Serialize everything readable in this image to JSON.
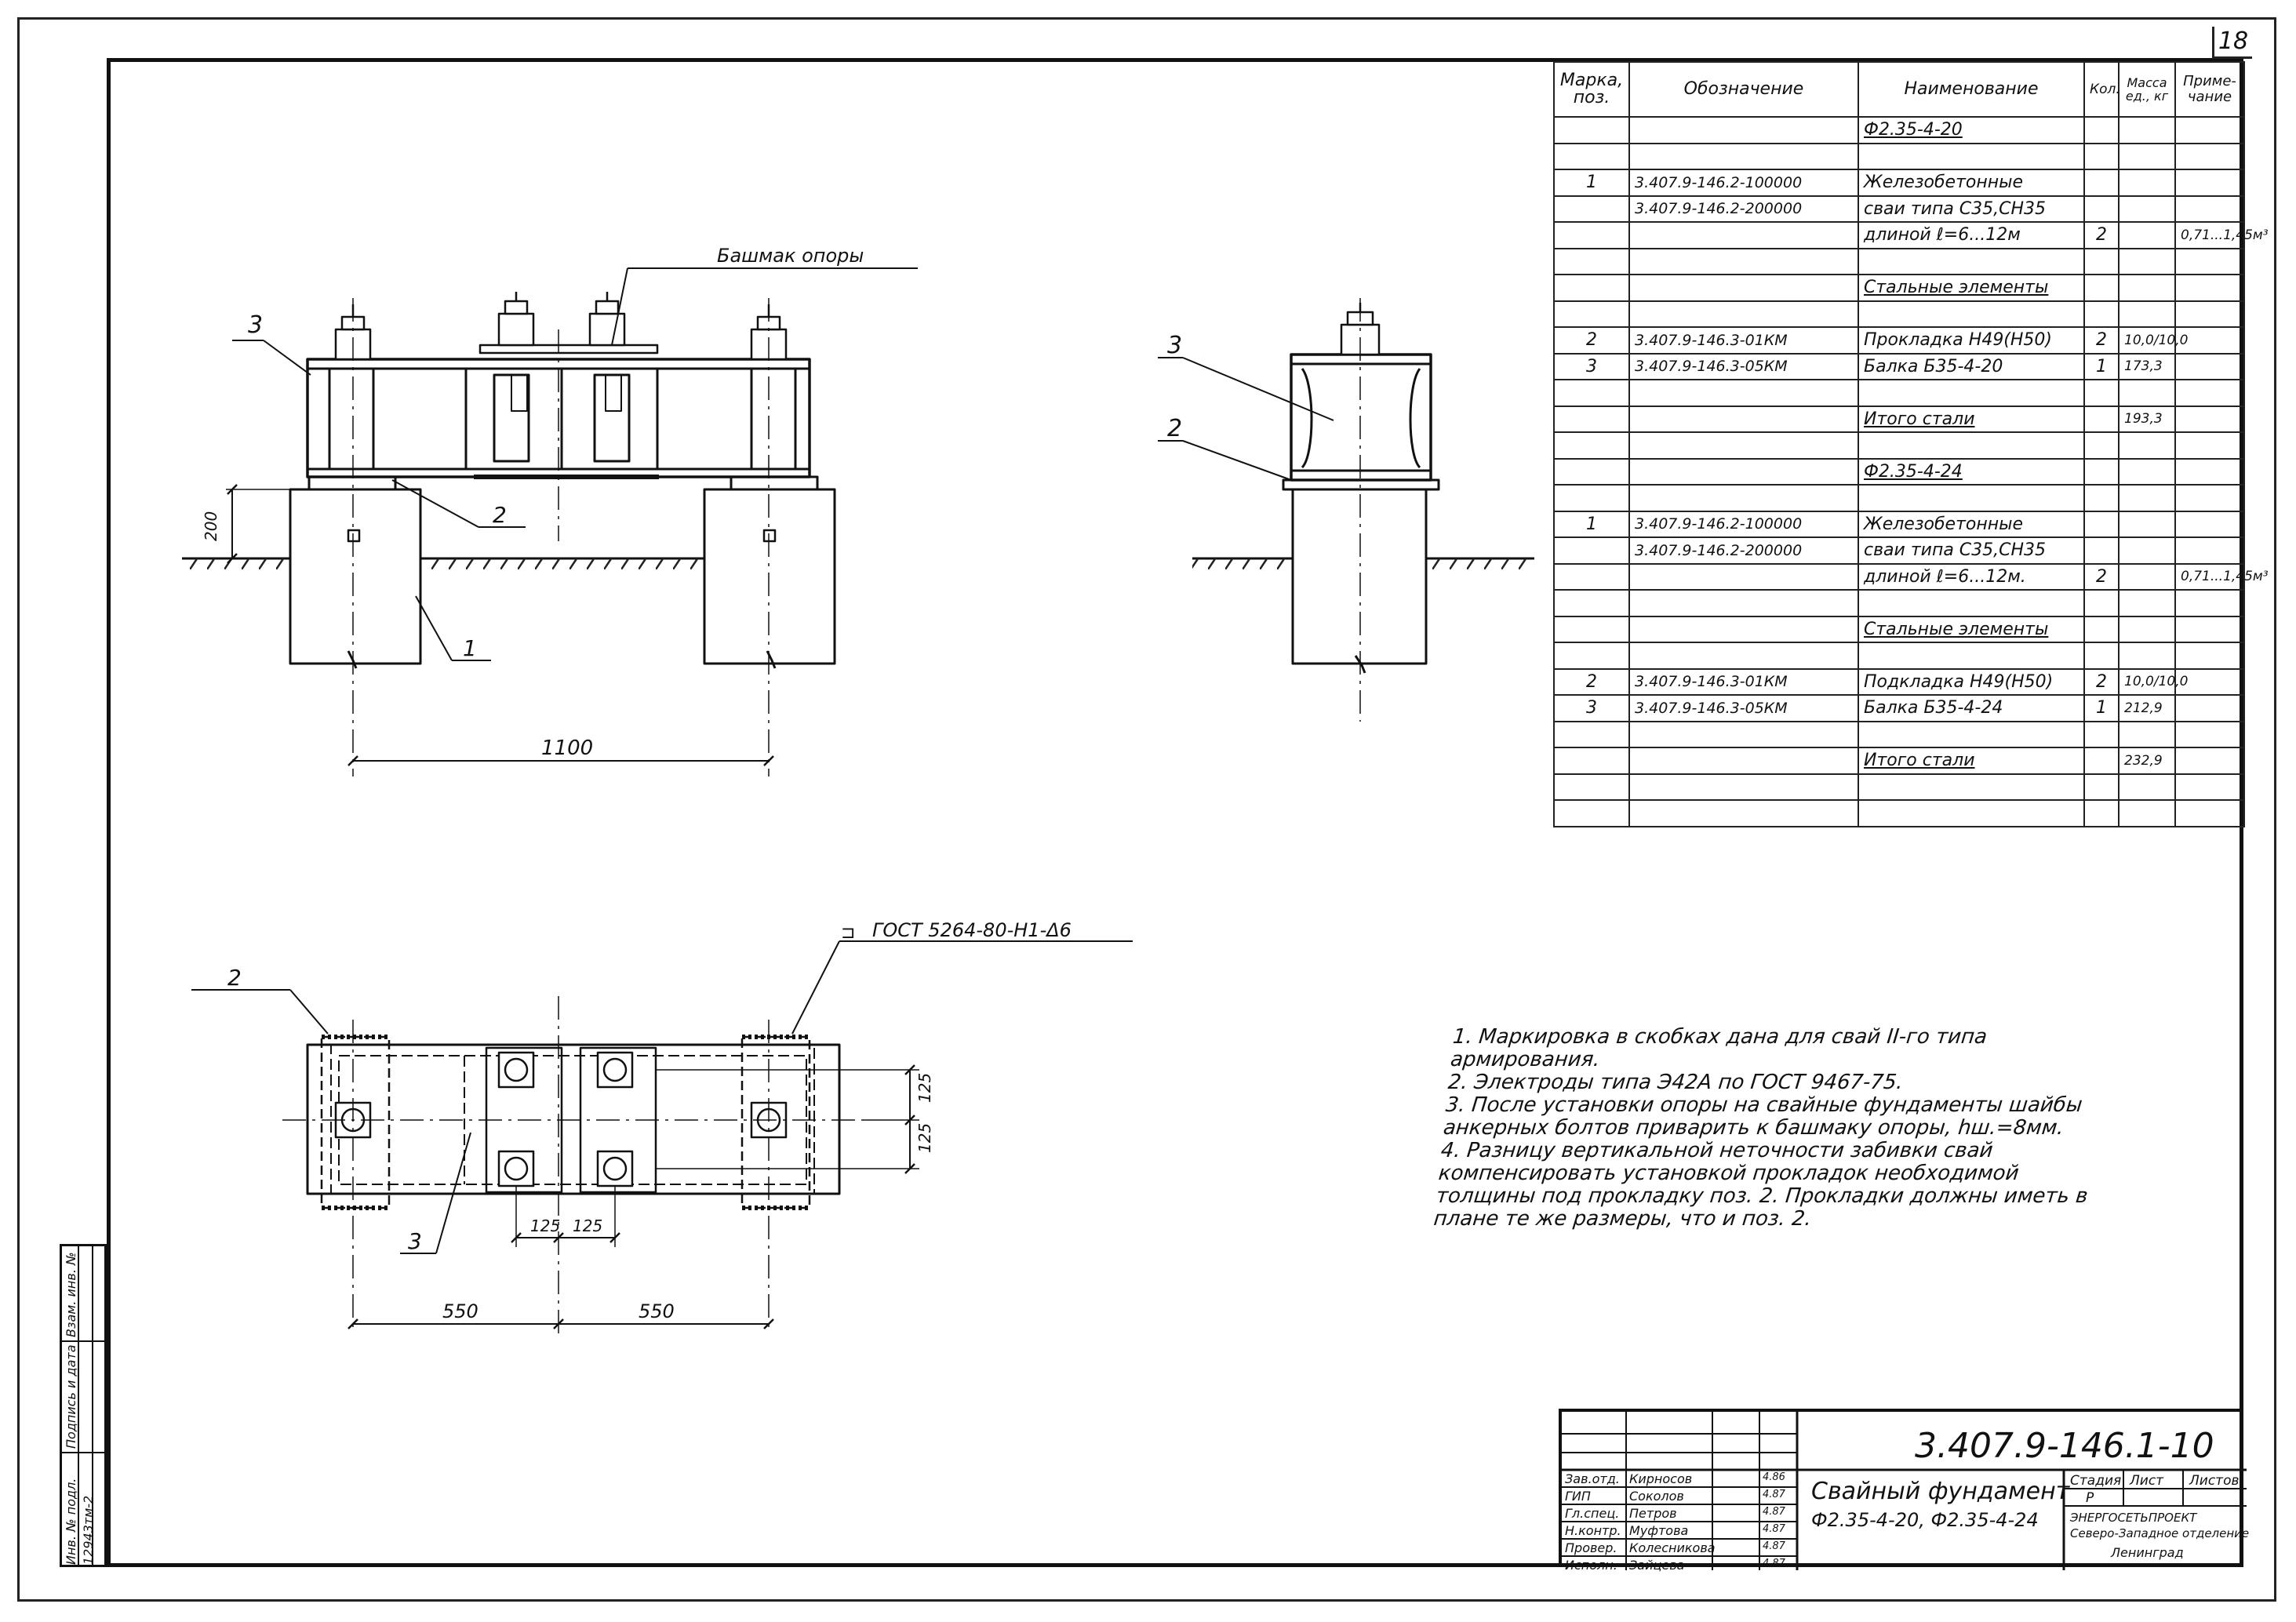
{
  "sheet_number": "18",
  "drawing": {
    "label_tower": "Башмак опоры",
    "label_gost": "ГОСТ 5264-80-Н1-Δ6",
    "pos1": "1",
    "pos2": "2",
    "pos3": "3",
    "dim_200": "200",
    "dim_1100": "1100",
    "dim_550a": "550",
    "dim_550b": "550",
    "dim_125a": "125",
    "dim_125b": "125",
    "dim_125c": "125",
    "dim_125d": "125"
  },
  "spec_table": {
    "headers": [
      "Марка, поз.",
      "Обозначение",
      "Наименование",
      "Кол.",
      "Масса ед., кг",
      "Приме-чание"
    ],
    "rows": [
      [
        "",
        "",
        "Ф2.35-4-20",
        "",
        "",
        ""
      ],
      [
        "",
        "",
        "",
        "",
        "",
        ""
      ],
      [
        "1",
        "3.407.9-146.2-100000",
        "Железобетонные",
        "",
        "",
        ""
      ],
      [
        "",
        "3.407.9-146.2-200000",
        "сваи типа С35,СН35",
        "",
        "",
        ""
      ],
      [
        "",
        "",
        "длиной ℓ=6...12м",
        "2",
        "",
        "0,71...1,45м³"
      ],
      [
        "",
        "",
        "",
        "",
        "",
        ""
      ],
      [
        "",
        "",
        "Стальные элементы",
        "",
        "",
        ""
      ],
      [
        "",
        "",
        "",
        "",
        "",
        ""
      ],
      [
        "2",
        "3.407.9-146.3-01КМ",
        "Прокладка Н49(Н50)",
        "2",
        "10,0/10,0",
        ""
      ],
      [
        "3",
        "3.407.9-146.3-05КМ",
        "Балка Б35-4-20",
        "1",
        "173,3",
        ""
      ],
      [
        "",
        "",
        "",
        "",
        "",
        ""
      ],
      [
        "",
        "",
        "Итого стали",
        "",
        "193,3",
        ""
      ],
      [
        "",
        "",
        "",
        "",
        "",
        ""
      ],
      [
        "",
        "",
        "Ф2.35-4-24",
        "",
        "",
        ""
      ],
      [
        "",
        "",
        "",
        "",
        "",
        ""
      ],
      [
        "1",
        "3.407.9-146.2-100000",
        "Железобетонные",
        "",
        "",
        ""
      ],
      [
        "",
        "3.407.9-146.2-200000",
        "сваи типа С35,СН35",
        "",
        "",
        ""
      ],
      [
        "",
        "",
        "длиной ℓ=6...12м.",
        "2",
        "",
        "0,71...1,45м³"
      ],
      [
        "",
        "",
        "",
        "",
        "",
        ""
      ],
      [
        "",
        "",
        "Стальные элементы",
        "",
        "",
        ""
      ],
      [
        "",
        "",
        "",
        "",
        "",
        ""
      ],
      [
        "2",
        "3.407.9-146.3-01КМ",
        "Подкладка Н49(Н50)",
        "2",
        "10,0/10,0",
        ""
      ],
      [
        "3",
        "3.407.9-146.3-05КМ",
        "Балка Б35-4-24",
        "1",
        "212,9",
        ""
      ],
      [
        "",
        "",
        "",
        "",
        "",
        ""
      ],
      [
        "",
        "",
        "Итого стали",
        "",
        "232,9",
        ""
      ],
      [
        "",
        "",
        "",
        "",
        "",
        ""
      ],
      [
        "",
        "",
        "",
        "",
        "",
        ""
      ]
    ]
  },
  "notes": [
    "1. Маркировка в скобках дана для свай II-го типа армирования.",
    "2. Электроды типа Э42А по ГОСТ 9467-75.",
    "3. После установки опоры на свайные фундаменты шайбы анкерных болтов приварить к башмаку опоры, hш.=8мм.",
    "4. Разницу вертикальной неточности забивки свай компенсировать установкой прокладок необходимой толщины под прокладку поз. 2. Прокладки должны иметь в плане те же размеры, что и поз. 2."
  ],
  "left_strip": {
    "col1": "Инв. № подл.",
    "col1_value": "12943тм-2",
    "col2": "Подпись и дата",
    "col3": "Взам. инв. №"
  },
  "title_block": {
    "code": "3.407.9-146.1-10",
    "title_line1": "Свайный фундамент",
    "title_line2": "Ф2.35-4-20, Ф2.35-4-24",
    "stage_label": "Стадия",
    "sheet_label": "Лист",
    "sheets_label": "Листов",
    "stage_value": "Р",
    "org_line1": "ЭНЕРГОСЕТЬПРОЕКТ",
    "org_line2": "Северо-Западное отделение",
    "org_line3": "Ленинград",
    "roles": [
      "Зав.отд.",
      "ГИП",
      "Гл.спец.",
      "Н.контр.",
      "Провер.",
      "Исполн."
    ],
    "names": [
      "Кирносов",
      "Соколов",
      "Петров",
      "Муфтова",
      "Колесникова",
      "Зайцева"
    ],
    "dates": [
      "4.86",
      "4.87",
      "4.87",
      "4.87",
      "4.87",
      "4.87"
    ]
  }
}
